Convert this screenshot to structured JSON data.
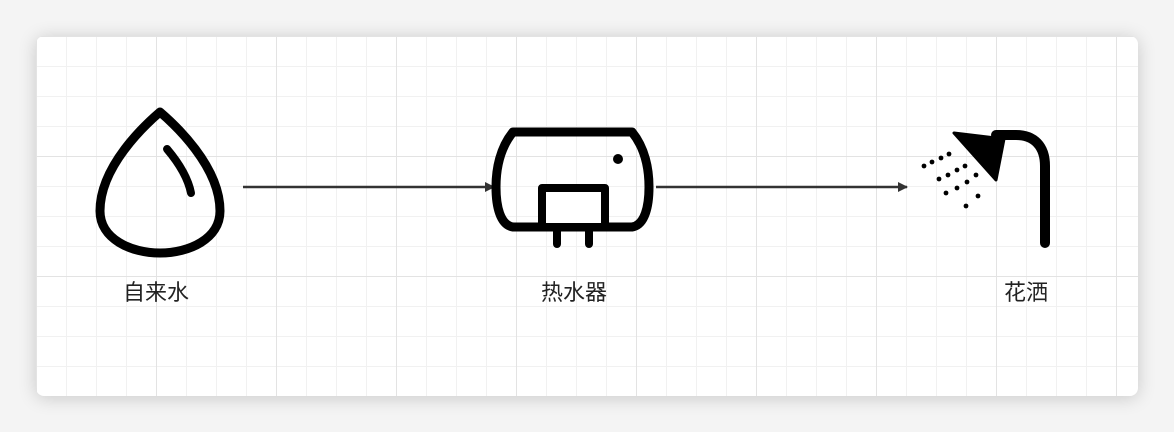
{
  "diagram": {
    "nodes": [
      {
        "id": "tap-water",
        "label": "自来水",
        "icon": "water-drop-icon"
      },
      {
        "id": "water-heater",
        "label": "热水器",
        "icon": "water-heater-icon"
      },
      {
        "id": "shower",
        "label": "花洒",
        "icon": "shower-head-icon"
      }
    ],
    "edges": [
      {
        "from": "tap-water",
        "to": "water-heater"
      },
      {
        "from": "water-heater",
        "to": "shower"
      }
    ],
    "colors": {
      "icon": "#000000",
      "arrow": "#333333",
      "grid": "#e3e3e3",
      "background": "#ffffff"
    }
  }
}
